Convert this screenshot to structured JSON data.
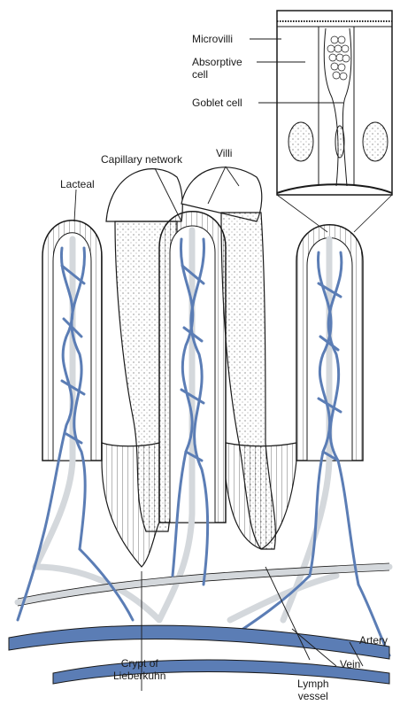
{
  "labels": {
    "microvilli": "Microvilli",
    "absorptive_cell": "Absorptive\ncell",
    "goblet_cell": "Goblet cell",
    "capillary_network": "Capillary network",
    "villi": "Villi",
    "lacteal": "Lacteal",
    "artery": "Artery",
    "vein": "Vein",
    "crypt": "Crypt of\nLieberkuhn",
    "lymph_vessel": "Lymph\nvessel"
  },
  "colors": {
    "vessel_blue": "#5b7db5",
    "vessel_light": "#d4d8dc",
    "outline": "#1a1a1a"
  }
}
